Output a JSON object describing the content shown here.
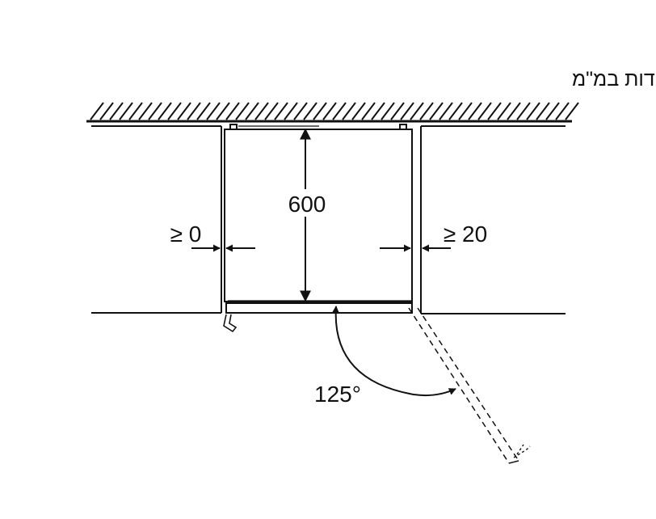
{
  "header": {
    "text": "מידות במ\"מ"
  },
  "dimensions": {
    "depth": "600",
    "gap_left": "≥ 0",
    "gap_right": "≥ 20",
    "door_angle": "125°"
  },
  "colors": {
    "ink": "#111111",
    "background": "#ffffff"
  }
}
